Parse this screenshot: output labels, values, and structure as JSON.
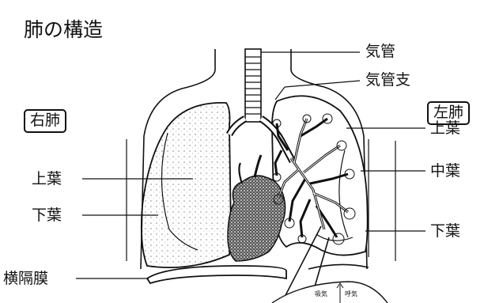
{
  "title": "肺の構造",
  "labels": {
    "trachea": "気管",
    "bronchus": "気管支",
    "left_lung_box": "左肺",
    "right_lung_box": "右肺",
    "upper_lobe_left": "上葉",
    "middle_lobe": "中葉",
    "lower_lobe_left": "下葉",
    "upper_lobe_right": "上葉",
    "lower_lobe_right": "下葉",
    "diaphragm": "横隔膜"
  },
  "inset": {
    "inhale": "吸気",
    "exhale": "呼気"
  }
}
